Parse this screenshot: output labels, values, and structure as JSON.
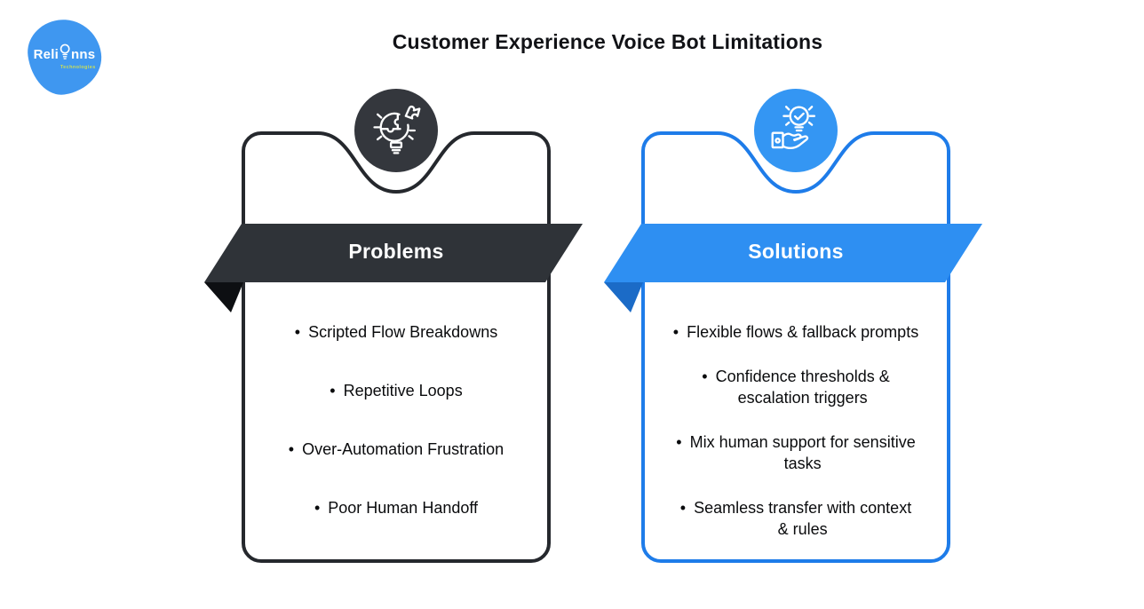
{
  "title": "Customer Experience Voice Bot Limitations",
  "bullet": "•",
  "logo": {
    "brand_prefix": "Reli",
    "brand_suffix": "nns",
    "tagline": "Technologies",
    "blob_color": "#3f97f0",
    "tagline_color": "#c9dd5a"
  },
  "cards": [
    {
      "id": "problems",
      "label": "Problems",
      "icon": "puzzle-lightbulb-icon",
      "theme": {
        "border": "#25282d",
        "banner": "#2f3338",
        "fold": "#0d0f12",
        "circle": "#34373d"
      },
      "items": [
        [
          "Scripted Flow Breakdowns"
        ],
        [
          "Repetitive Loops"
        ],
        [
          "Over-Automation Frustration"
        ],
        [
          "Poor Human Handoff"
        ]
      ]
    },
    {
      "id": "solutions",
      "label": "Solutions",
      "icon": "hand-lightbulb-icon",
      "theme": {
        "border": "#1e7ce9",
        "banner": "#2e8ff2",
        "fold": "#1b6bc7",
        "circle": "#3496f3"
      },
      "items": [
        [
          "Flexible flows & fallback prompts"
        ],
        [
          "Confidence thresholds &",
          "escalation  triggers"
        ],
        [
          "Mix human support for sensitive",
          "tasks"
        ],
        [
          "Seamless transfer with context",
          "& rules"
        ]
      ]
    }
  ]
}
